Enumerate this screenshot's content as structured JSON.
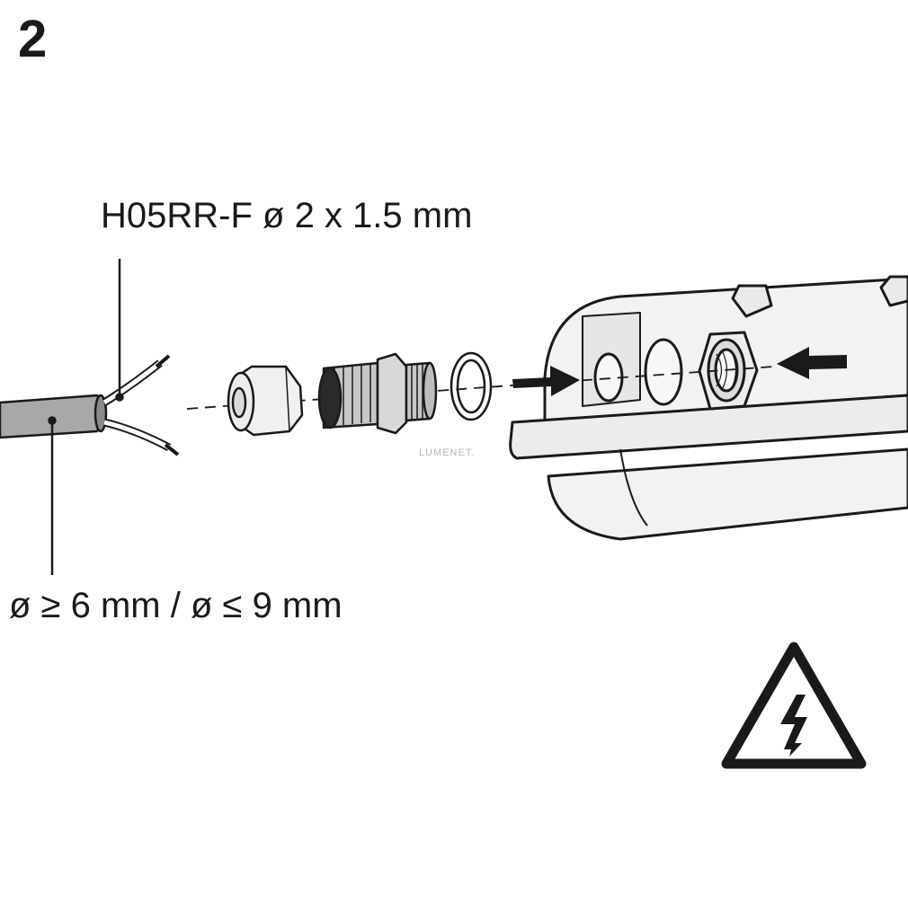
{
  "step_number": "2",
  "cable_spec": "H05RR-F ø 2 x 1.5 mm",
  "diameter_spec": "ø ≥ 6 mm / ø ≤ 9 mm",
  "watermark": "LUMENET.",
  "colors": {
    "line": "#1a1a1a",
    "cable_jacket": "#a8a8a8",
    "housing": "#f2f2f2",
    "gland": "#c7c7c7",
    "background": "#ffffff"
  },
  "icons": [
    "electrical-hazard-warning-icon",
    "insertion-arrow-icon"
  ]
}
